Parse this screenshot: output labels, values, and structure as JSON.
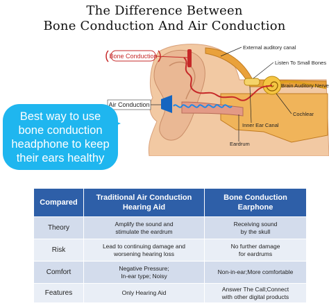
{
  "title": {
    "line1": "The Difference Between",
    "line2": "Bone Conduction And Air Conduction"
  },
  "diagram": {
    "labels": {
      "bone_conduction": "Bone Conduction",
      "external_auditory_canal": "External auditory canal",
      "listen_to_small_bones": "Listen To Small Bones",
      "brain_auditory_nerve": "Brain Auditory Nerve",
      "air_conduction": "Air Conduction",
      "cochlear": "Cochlear",
      "inner_ear_canal": "Inner Ear Canal",
      "eardrum": "Eardrum"
    },
    "colors": {
      "bone_path": "#c62828",
      "air_path": "#1e88e5",
      "skin": "#f2c9a3",
      "bone": "#e9a13b"
    }
  },
  "bubble": {
    "lines": [
      "Best way to use",
      "bone conduction",
      "headphone to keep",
      "their ears healthy"
    ],
    "color": "#1fb6ef"
  },
  "table": {
    "headers": {
      "compared": "Compared",
      "traditional_line1": "Traditional Air Conduction",
      "traditional_line2": "Hearing Aid",
      "bone_line1": "Bone Conduction",
      "bone_line2": "Earphone"
    },
    "rows": [
      {
        "label": "Theory",
        "air1": "Amplify the sound and",
        "air2": "stimulate the eardrum",
        "bone1": "Receiving sound",
        "bone2": "by the skull"
      },
      {
        "label": "Risk",
        "air1": "Lead to continuing damage and",
        "air2": "worsening hearing loss",
        "bone1": "No further damage",
        "bone2": "for eardrums"
      },
      {
        "label": "Comfort",
        "air1": "Negative Pressure;",
        "air2": "In-ear type; Noisy",
        "bone1": "Non-in-ear;More comfortable",
        "bone2": ""
      },
      {
        "label": "Features",
        "air1": "Only Hearing Aid",
        "air2": "",
        "bone1": "Answer The Call;Connect",
        "bone2": "with other digital products"
      }
    ],
    "header_color": "#2e5fa8"
  }
}
